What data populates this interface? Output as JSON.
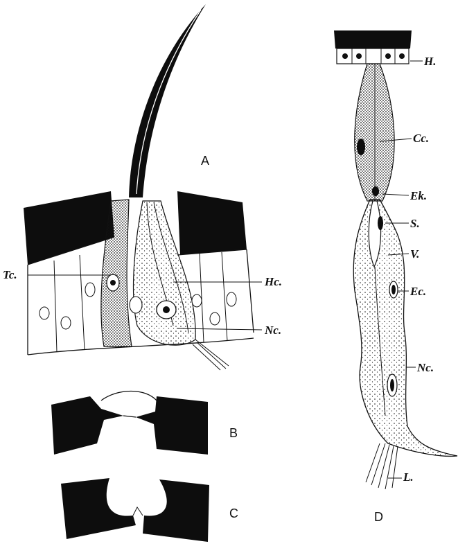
{
  "panels": {
    "a": "A",
    "b": "B",
    "c": "C",
    "d": "D"
  },
  "labels_a": {
    "tc": "Tc.",
    "hc": "Hc.",
    "nc": "Nc."
  },
  "labels_d": {
    "h": "H.",
    "cc": "Cc.",
    "ek": "Ek.",
    "s": "S.",
    "v": "V.",
    "ec": "Ec.",
    "nc": "Nc.",
    "l": "L."
  },
  "colors": {
    "ink": "#0d0d0d",
    "paper": "#ffffff"
  }
}
